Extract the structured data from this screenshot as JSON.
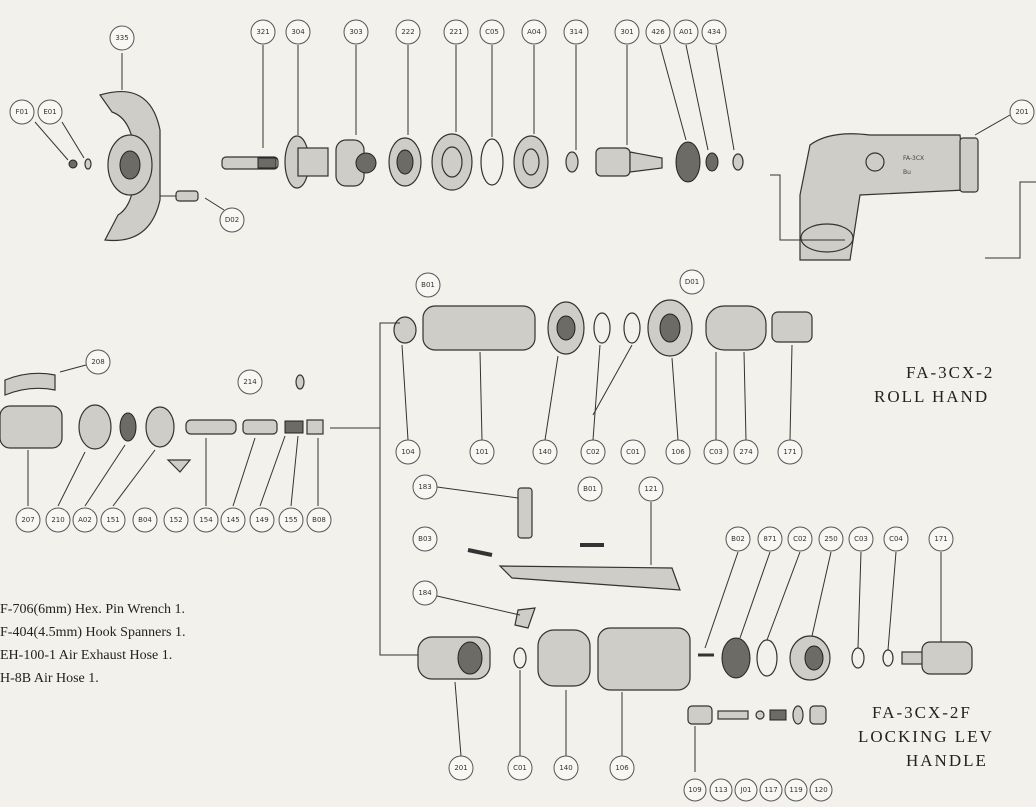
{
  "callouts": {
    "c335": "335",
    "c321": "321",
    "c304": "304",
    "c303": "303",
    "c222": "222",
    "c221": "221",
    "cC05": "C05",
    "cA04": "A04",
    "c314": "314",
    "c301": "301",
    "c426": "426",
    "cA01": "A01",
    "c434": "434",
    "cF01": "F01",
    "cE01": "E01",
    "cD02": "D02",
    "c201": "201",
    "cB01a": "B01",
    "cD01": "D01",
    "c104": "104",
    "c101": "101",
    "c140a": "140",
    "cC02a": "C02",
    "cC01a": "C01",
    "c106a": "106",
    "cC03a": "C03",
    "c274": "274",
    "c171a": "171",
    "c208": "208",
    "c214": "214",
    "c207": "207",
    "c210": "210",
    "cA02": "A02",
    "c151": "151",
    "cB04": "B04",
    "c152": "152",
    "c154": "154",
    "c145": "145",
    "c149": "149",
    "c155": "155",
    "cB08": "B08",
    "c183": "183",
    "cB01b": "B01",
    "c121": "121",
    "cB03": "B03",
    "c184": "184",
    "cB02": "B02",
    "c871": "871",
    "cC02b": "C02",
    "c250": "250",
    "cC03b": "C03",
    "cC04": "C04",
    "c171b": "171",
    "c201b": "201",
    "cC01b": "C01",
    "c140b": "140",
    "c106b": "106",
    "c109": "109",
    "c113": "113",
    "cJ01": "J01",
    "c117": "117",
    "c119": "119",
    "c120": "120"
  },
  "part_labels": {
    "housing_text1": "FA-3CX",
    "housing_text2": "Bu"
  },
  "titles": {
    "roll_line1": "FA-3CX-2",
    "roll_line2": "ROLL HAND",
    "lock_line1": "FA-3CX-2F",
    "lock_line2": "LOCKING LEV",
    "lock_line3": "HANDLE"
  },
  "accessories": [
    "F-706(6mm)   Hex. Pin Wrench 1.",
    "F-404(4.5mm)   Hook Spanners 1.",
    "EH-100-1   Air Exhaust Hose 1.",
    "H-8B   Air Hose 1."
  ]
}
